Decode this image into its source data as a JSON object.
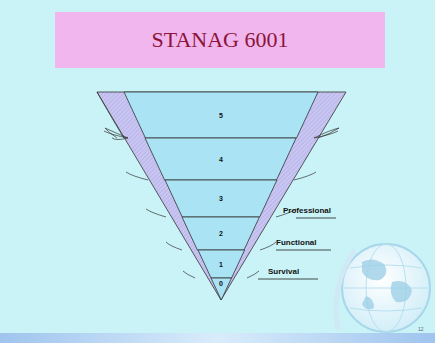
{
  "diagram": {
    "title": "STANAG 6001",
    "nodes": [
      {
        "text": [
          "5"
        ]
      },
      {
        "text": [
          "4"
        ]
      },
      {
        "text": [
          "3"
        ]
      },
      {
        "text": [
          "2"
        ]
      },
      {
        "text": [
          "1"
        ]
      },
      {
        "text": [
          "0"
        ]
      }
    ],
    "labels": [
      "Professional",
      "Functional",
      "Survival",
      "12"
    ]
  }
}
